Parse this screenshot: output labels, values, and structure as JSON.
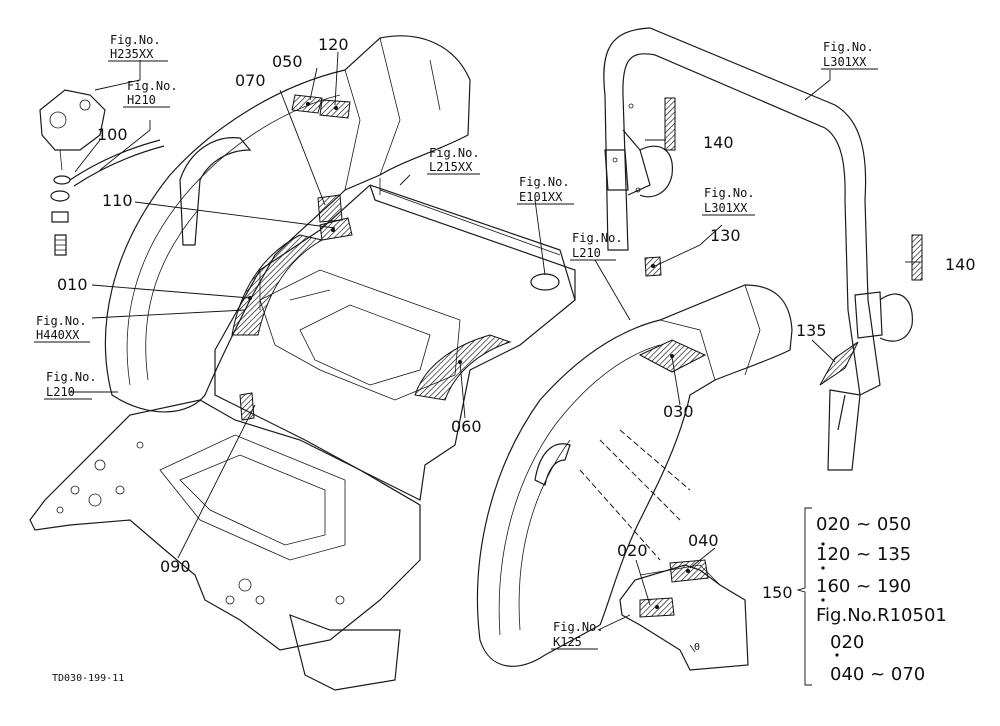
{
  "drawing_code": "TD030-199-11",
  "figure_refs": [
    {
      "id": "h235",
      "label": "Fig.No.",
      "code": "H235XX"
    },
    {
      "id": "h210",
      "label": "Fig.No.",
      "code": "H210"
    },
    {
      "id": "l215",
      "label": "Fig.No.",
      "code": "L215XX"
    },
    {
      "id": "e101",
      "label": "Fig.No.",
      "code": "E101XX"
    },
    {
      "id": "h440",
      "label": "Fig.No.",
      "code": "H440XX"
    },
    {
      "id": "l210a",
      "label": "Fig.No.",
      "code": "L210"
    },
    {
      "id": "l301a",
      "label": "Fig.No.",
      "code": "L301XX"
    },
    {
      "id": "l301b",
      "label": "Fig.No.",
      "code": "L301XX"
    },
    {
      "id": "l210b",
      "label": "Fig.No.",
      "code": "L210"
    },
    {
      "id": "k125",
      "label": "Fig.No.",
      "code": "K125"
    }
  ],
  "part_numbers": {
    "p010": "010",
    "p020": "020",
    "p030": "030",
    "p040": "040",
    "p050": "050",
    "p060": "060",
    "p070": "070",
    "p090": "090",
    "p100": "100",
    "p110": "110",
    "p120": "120",
    "p130": "130",
    "p135": "135",
    "p140a": "140",
    "p140b": "140",
    "p150": "150"
  },
  "kit_list": {
    "line1": "020 ~ 050",
    "line2": "120 ~ 135",
    "line3": "160 ~ 190",
    "line4": "Fig.No.R10501",
    "line5": "020",
    "line6": "040 ~ 070"
  }
}
